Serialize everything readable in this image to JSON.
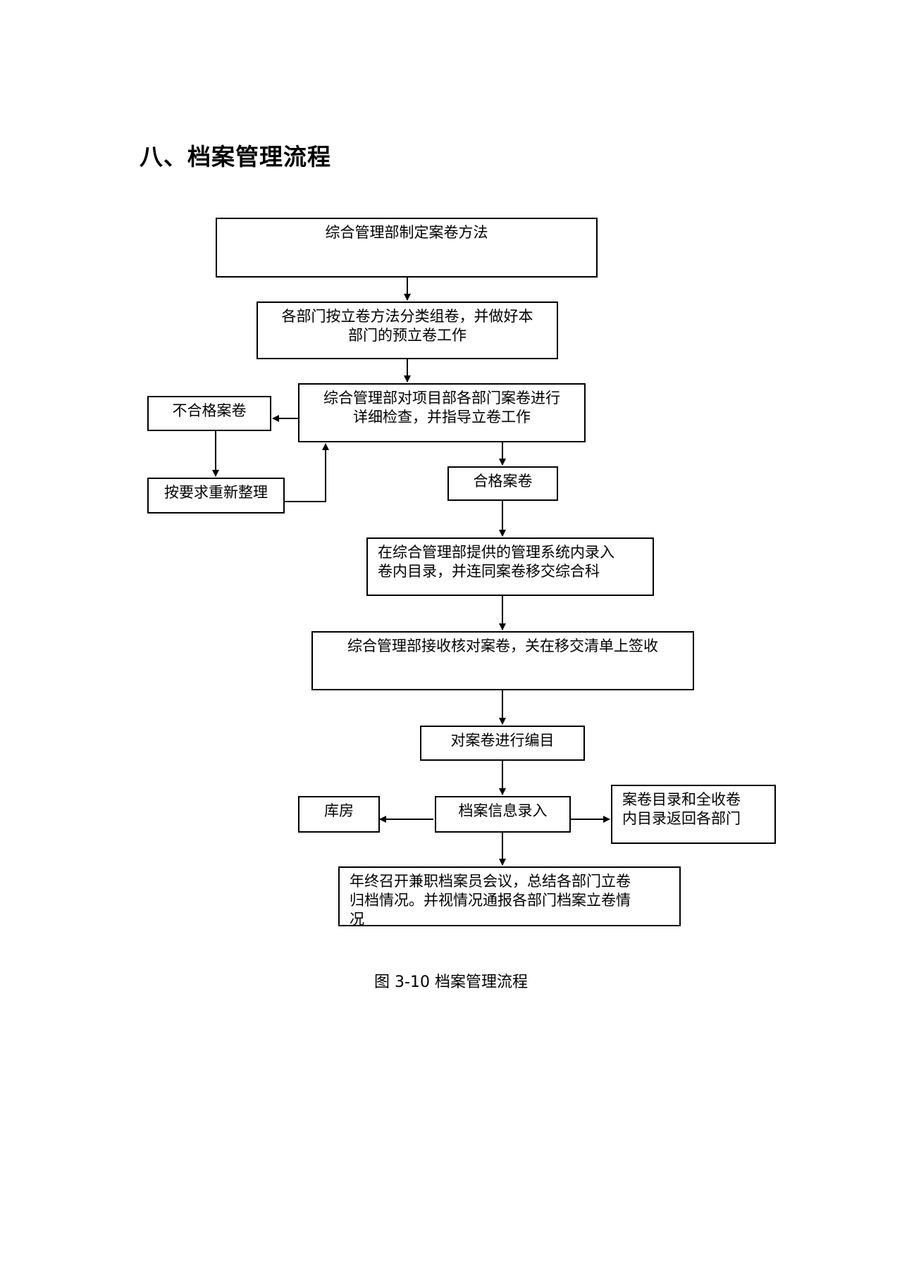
{
  "heading": "八、档案管理流程",
  "caption": "图 3-10  档案管理流程",
  "nodes": {
    "n1": [
      "综合管理部制定案卷方法"
    ],
    "n2": [
      "各部门按立卷方法分类组卷，并做好本",
      "部门的预立卷工作"
    ],
    "n3": [
      "综合管理部对项目部各部门案卷进行",
      "详细检查，并指导立卷工作"
    ],
    "n4": [
      "不合格案卷"
    ],
    "n5": [
      "按要求重新整理"
    ],
    "n6": [
      "合格案卷"
    ],
    "n7": [
      "在综合管理部提供的管理系统内录入",
      "卷内目录，并连同案卷移交综合科"
    ],
    "n8": [
      "综合管理部接收核对案卷，关在移交清单上签收"
    ],
    "n9": [
      "对案卷进行编目"
    ],
    "n10": [
      "档案信息录入"
    ],
    "n11": [
      "库房"
    ],
    "n12": [
      "案卷目录和全收卷",
      "内目录返回各部门"
    ],
    "n13": [
      "年终召开兼职档案员会议，总结各部门立卷",
      "归档情况。并视情况通报各部门档案立卷情",
      "况"
    ]
  }
}
